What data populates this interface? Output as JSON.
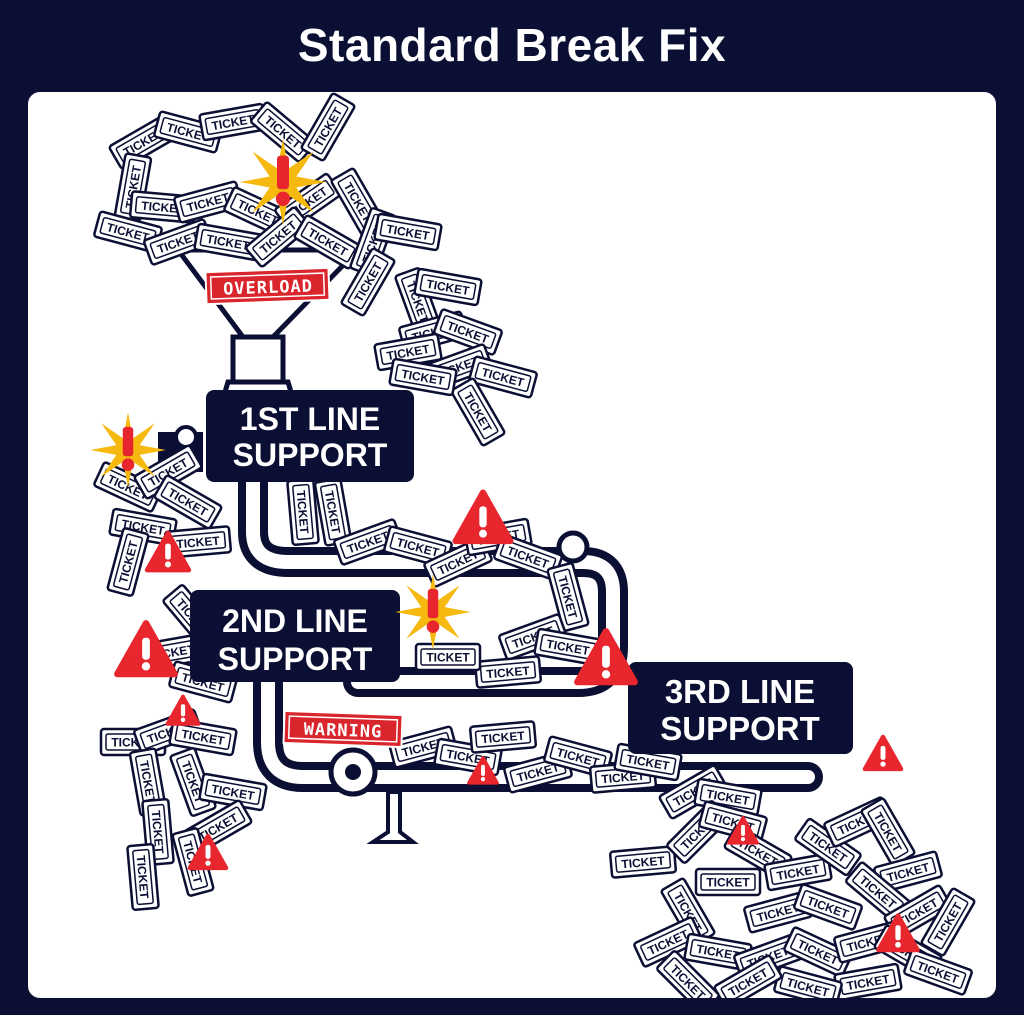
{
  "title": "Standard Break Fix",
  "labels": {
    "first_line": [
      "1ST LINE",
      "SUPPORT"
    ],
    "second_line": [
      "2ND LINE",
      "SUPPORT"
    ],
    "third_line": [
      "3RD LINE",
      "SUPPORT"
    ]
  },
  "stamps": {
    "overload": "OVERLOAD",
    "warning": "WARNING"
  },
  "ticket_text": "TICKET",
  "icons": {
    "warning": "warning-triangle-icon",
    "burst": "alert-burst-icon"
  },
  "colors": {
    "background": "#0b0f33",
    "panel": "#ffffff",
    "ink": "#0b0f33",
    "alert_red": "#e8262d",
    "burst_yellow": "#f5b90f",
    "stamp_red": "#d9252b"
  }
}
